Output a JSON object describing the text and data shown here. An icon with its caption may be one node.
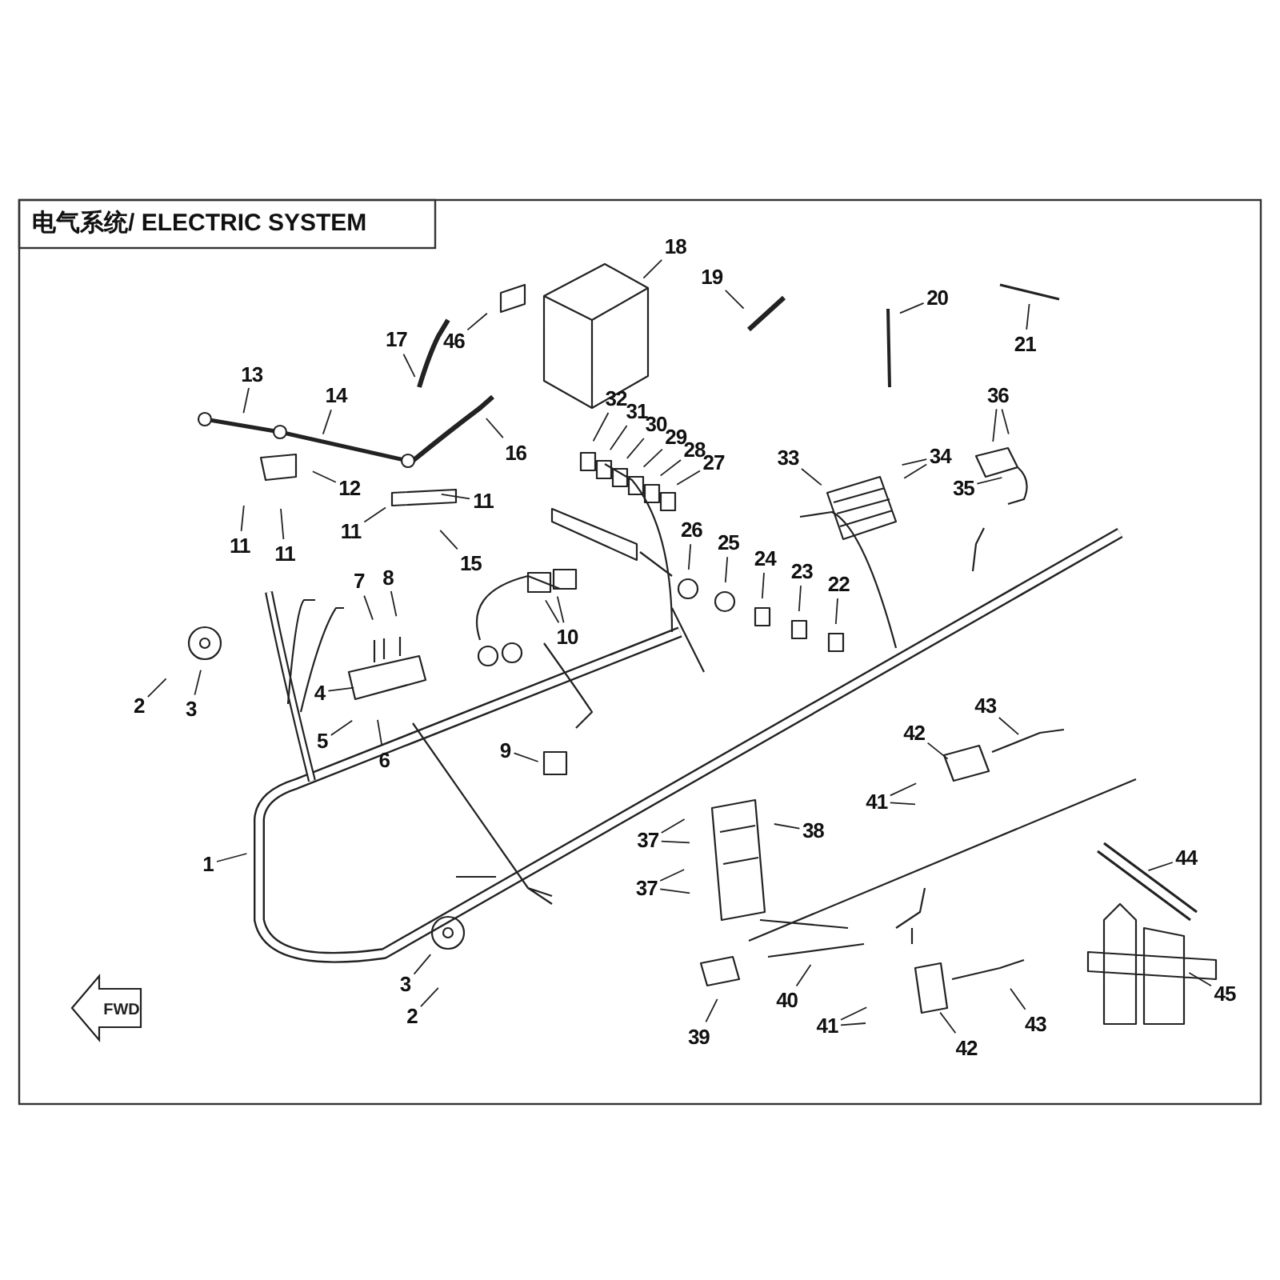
{
  "diagram": {
    "title": "电气系统/ ELECTRIC SYSTEM",
    "nodes": [
      {
        "text": [
          "1"
        ]
      },
      {
        "text": [
          "2"
        ]
      },
      {
        "text": [
          "2"
        ]
      },
      {
        "text": [
          "3"
        ]
      },
      {
        "text": [
          "3"
        ]
      },
      {
        "text": [
          "4"
        ]
      },
      {
        "text": [
          "5"
        ]
      },
      {
        "text": [
          "6"
        ]
      },
      {
        "text": [
          "7"
        ]
      },
      {
        "text": [
          "8"
        ]
      },
      {
        "text": [
          "9"
        ]
      },
      {
        "text": [
          "10"
        ]
      },
      {
        "text": [
          "11"
        ]
      },
      {
        "text": [
          "11"
        ]
      },
      {
        "text": [
          "11"
        ]
      },
      {
        "text": [
          "11"
        ]
      },
      {
        "text": [
          "12"
        ]
      },
      {
        "text": [
          "13"
        ]
      },
      {
        "text": [
          "14"
        ]
      },
      {
        "text": [
          "15"
        ]
      },
      {
        "text": [
          "16"
        ]
      },
      {
        "text": [
          "17"
        ]
      },
      {
        "text": [
          "18"
        ]
      },
      {
        "text": [
          "19"
        ]
      },
      {
        "text": [
          "20"
        ]
      },
      {
        "text": [
          "21"
        ]
      },
      {
        "text": [
          "22"
        ]
      },
      {
        "text": [
          "23"
        ]
      },
      {
        "text": [
          "24"
        ]
      },
      {
        "text": [
          "25"
        ]
      },
      {
        "text": [
          "26"
        ]
      },
      {
        "text": [
          "27"
        ]
      },
      {
        "text": [
          "28"
        ]
      },
      {
        "text": [
          "29"
        ]
      },
      {
        "text": [
          "30"
        ]
      },
      {
        "text": [
          "31"
        ]
      },
      {
        "text": [
          "32"
        ]
      },
      {
        "text": [
          "33"
        ]
      },
      {
        "text": [
          "34"
        ]
      },
      {
        "text": [
          "35"
        ]
      },
      {
        "text": [
          "36"
        ]
      },
      {
        "text": [
          "37"
        ]
      },
      {
        "text": [
          "37"
        ]
      },
      {
        "text": [
          "38"
        ]
      },
      {
        "text": [
          "39"
        ]
      },
      {
        "text": [
          "40"
        ]
      },
      {
        "text": [
          "41"
        ]
      },
      {
        "text": [
          "41"
        ]
      },
      {
        "text": [
          "42"
        ]
      },
      {
        "text": [
          "42"
        ]
      },
      {
        "text": [
          "43"
        ]
      },
      {
        "text": [
          "43"
        ]
      },
      {
        "text": [
          "44"
        ]
      },
      {
        "text": [
          "45"
        ]
      },
      {
        "text": [
          "46"
        ]
      }
    ],
    "edges": [
      {
        "from": 0,
        "to": null,
        "arrow": "none"
      },
      {
        "from": 1,
        "to": null,
        "arrow": "none"
      },
      {
        "from": 2,
        "to": null,
        "arrow": "none"
      },
      {
        "from": 3,
        "to": null,
        "arrow": "none"
      },
      {
        "from": 4,
        "to": null,
        "arrow": "none"
      },
      {
        "from": 5,
        "to": null,
        "arrow": "none"
      },
      {
        "from": 6,
        "to": null,
        "arrow": "none"
      },
      {
        "from": 7,
        "to": null,
        "arrow": "none"
      },
      {
        "from": 8,
        "to": null,
        "arrow": "none"
      },
      {
        "from": 9,
        "to": null,
        "arrow": "none"
      },
      {
        "from": 10,
        "to": null,
        "arrow": "none"
      },
      {
        "from": 11,
        "to": null,
        "arrow": "none"
      },
      {
        "from": 11,
        "to": null,
        "arrow": "none"
      },
      {
        "from": 12,
        "to": null,
        "arrow": "none"
      },
      {
        "from": 13,
        "to": null,
        "arrow": "none"
      },
      {
        "from": 14,
        "to": null,
        "arrow": "none"
      },
      {
        "from": 15,
        "to": null,
        "arrow": "none"
      },
      {
        "from": 16,
        "to": null,
        "arrow": "none"
      },
      {
        "from": 17,
        "to": null,
        "arrow": "none"
      },
      {
        "from": 18,
        "to": null,
        "arrow": "none"
      },
      {
        "from": 19,
        "to": null,
        "arrow": "none"
      },
      {
        "from": 20,
        "to": null,
        "arrow": "none"
      },
      {
        "from": 21,
        "to": null,
        "arrow": "none"
      },
      {
        "from": 22,
        "to": null,
        "arrow": "none"
      },
      {
        "from": 23,
        "to": null,
        "arrow": "none"
      },
      {
        "from": 24,
        "to": null,
        "arrow": "none"
      },
      {
        "from": 25,
        "to": null,
        "arrow": "none"
      },
      {
        "from": 26,
        "to": null,
        "arrow": "none"
      },
      {
        "from": 27,
        "to": null,
        "arrow": "none"
      },
      {
        "from": 28,
        "to": null,
        "arrow": "none"
      },
      {
        "from": 29,
        "to": null,
        "arrow": "none"
      },
      {
        "from": 30,
        "to": null,
        "arrow": "none"
      },
      {
        "from": 31,
        "to": null,
        "arrow": "none"
      },
      {
        "from": 32,
        "to": null,
        "arrow": "none"
      },
      {
        "from": 33,
        "to": null,
        "arrow": "none"
      },
      {
        "from": 34,
        "to": null,
        "arrow": "none"
      },
      {
        "from": 35,
        "to": null,
        "arrow": "none"
      },
      {
        "from": 36,
        "to": null,
        "arrow": "none"
      },
      {
        "from": 37,
        "to": null,
        "arrow": "none"
      },
      {
        "from": 38,
        "to": null,
        "arrow": "none"
      },
      {
        "from": 38,
        "to": null,
        "arrow": "none"
      },
      {
        "from": 39,
        "to": null,
        "arrow": "none"
      },
      {
        "from": 40,
        "to": null,
        "arrow": "none"
      },
      {
        "from": 40,
        "to": null,
        "arrow": "none"
      },
      {
        "from": 41,
        "to": null,
        "arrow": "none"
      },
      {
        "from": 41,
        "to": null,
        "arrow": "none"
      },
      {
        "from": 42,
        "to": null,
        "arrow": "none"
      },
      {
        "from": 42,
        "to": null,
        "arrow": "none"
      },
      {
        "from": 43,
        "to": null,
        "arrow": "none"
      },
      {
        "from": 44,
        "to": null,
        "arrow": "none"
      },
      {
        "from": 45,
        "to": null,
        "arrow": "none"
      },
      {
        "from": 46,
        "to": null,
        "arrow": "none"
      },
      {
        "from": 46,
        "to": null,
        "arrow": "none"
      },
      {
        "from": 47,
        "to": null,
        "arrow": "none"
      },
      {
        "from": 47,
        "to": null,
        "arrow": "none"
      },
      {
        "from": 48,
        "to": null,
        "arrow": "none"
      },
      {
        "from": 49,
        "to": null,
        "arrow": "none"
      },
      {
        "from": 50,
        "to": null,
        "arrow": "none"
      },
      {
        "from": 51,
        "to": null,
        "arrow": "none"
      },
      {
        "from": 52,
        "to": null,
        "arrow": "none"
      },
      {
        "from": 53,
        "to": null,
        "arrow": "none"
      },
      {
        "from": 54,
        "to": null,
        "arrow": "none"
      }
    ],
    "labels": [
      "FWD"
    ]
  }
}
